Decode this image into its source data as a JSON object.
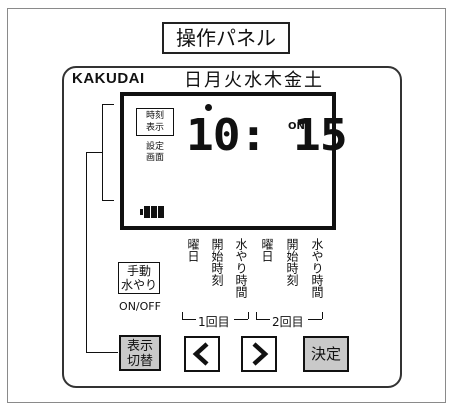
{
  "title": "操作パネル",
  "device": {
    "brand": "KAKUDAI",
    "weekdays": "日月火水木金土",
    "lcd": {
      "clock_tag": [
        "時刻",
        "表示"
      ],
      "setting_tag": [
        "設定",
        "画面"
      ],
      "time": "10: 15",
      "on_label": "ON"
    },
    "columns": [
      "曜日",
      "開始時刻",
      "水やり時間",
      "曜日",
      "開始時刻",
      "水やり時間"
    ],
    "groups": {
      "first": "1回目",
      "second": "2回目"
    },
    "buttons": {
      "manual": [
        "手動",
        "水やり"
      ],
      "manual_sub": "ON/OFF",
      "display": [
        "表示",
        "切替"
      ],
      "prev": "<",
      "next": ">",
      "ok": "決定"
    }
  },
  "colors": {
    "button_gray": "#c9c9c9",
    "line": "#111111"
  }
}
